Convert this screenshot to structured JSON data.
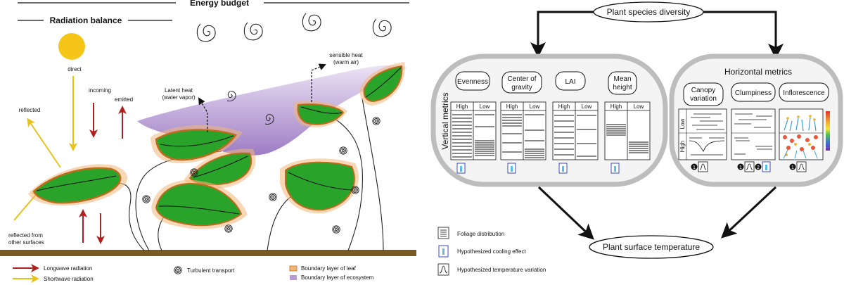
{
  "energy_panel": {
    "title": "Energy budget",
    "subtitle": "Radiation balance",
    "labels": {
      "direct": "direct",
      "incoming": "incoming",
      "emitted": "emitted",
      "reflected": "reflected",
      "reflected_other_1": "reflected from",
      "reflected_other_2": "other surfaces",
      "latent_1": "Latent heat",
      "latent_2": "(water vapor)",
      "sensible_1": "sensible heat",
      "sensible_2": "(warm air)"
    },
    "legend": {
      "longwave": "Longwave radiation",
      "shortwave": "Shortwave radiation",
      "turbulent": "Turbulent transport",
      "bl_leaf": "Boundary layer of leaf",
      "bl_ecosystem": "Boundary layer of ecosystem"
    },
    "colors": {
      "sun": "#f5c518",
      "longwave": "#b0201f",
      "shortwave": "#e6c21a",
      "leaf": "#2aa32a",
      "leaf_boundary": "#f0b77a",
      "ecosystem_boundary": "#a98ccc",
      "ground": "#7a5b22"
    }
  },
  "diagram_panel": {
    "top_node": "Plant species diversity",
    "bottom_node": "Plant surface temperature",
    "vertical": {
      "title": "Vertical metrics",
      "metrics": [
        {
          "label_1": "Evenness",
          "label_2": "",
          "high": "High",
          "low": "Low"
        },
        {
          "label_1": "Center of",
          "label_2": "gravity",
          "high": "High",
          "low": "Low"
        },
        {
          "label_1": "LAI",
          "label_2": "",
          "high": "High",
          "low": "Low"
        },
        {
          "label_1": "Mean",
          "label_2": "height",
          "high": "High",
          "low": "Low"
        }
      ]
    },
    "horizontal": {
      "title": "Horizontal metrics",
      "metrics": [
        {
          "label_1": "Canopy",
          "label_2": "variation"
        },
        {
          "label_1": "Clumpiness",
          "label_2": ""
        },
        {
          "label_1": "Inflorescence",
          "label_2": ""
        }
      ],
      "canopy_low": "Low",
      "canopy_high": "High",
      "badges": [
        "1",
        "1",
        "2",
        "1"
      ]
    },
    "legend": {
      "foliage": "Foliage distribution",
      "cooling": "Hypothesized cooling effect",
      "temperature": "Hypothesized temperature variation"
    }
  }
}
